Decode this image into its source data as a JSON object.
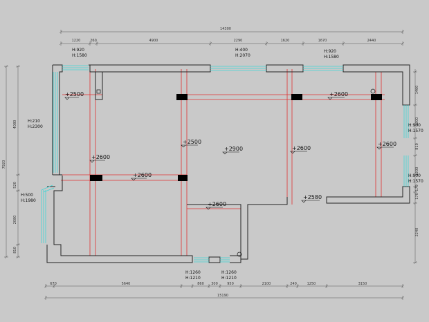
{
  "dimensions": {
    "top_total": "14300",
    "top_segments": [
      "1220",
      "260",
      "4900",
      "2290",
      "1620",
      "1670",
      "2440"
    ],
    "bottom_total": "15190",
    "bottom_segments": [
      "670",
      "5640",
      "860",
      "300",
      "950",
      "2100",
      "240",
      "1250",
      "3150"
    ],
    "left_total": "7920",
    "left_segments": [
      "4080",
      "520",
      "2080",
      "810"
    ],
    "right_segments": [
      "1460",
      "1200",
      "810",
      "1200",
      "170",
      "170",
      "2240"
    ]
  },
  "windows": [
    {
      "h": "H:920",
      "w": "H:1580"
    },
    {
      "h": "H:400",
      "w": "H:2070"
    },
    {
      "h": "H:920",
      "w": "H:1580"
    },
    {
      "h": "H:210",
      "w": "H:2300"
    },
    {
      "h": "H:500",
      "w": "H:1980"
    },
    {
      "h": "H:900",
      "w": "H:1570"
    },
    {
      "h": "H:900",
      "w": "H:1570"
    },
    {
      "h": "H:1260",
      "w": "H:1210"
    },
    {
      "h": "H:1260",
      "w": "H:1210"
    }
  ],
  "ceiling_levels": [
    "+2500",
    "+2600",
    "+2600",
    "+2500",
    "+2900",
    "+2600",
    "+2600",
    "+2600",
    "+2600",
    "+2580"
  ],
  "colors": {
    "background": "#c9c9c9",
    "wall_stroke": "#222222",
    "beam_red": "#e03030",
    "window_cyan": "#3fd6d6",
    "column_black": "#000000"
  }
}
